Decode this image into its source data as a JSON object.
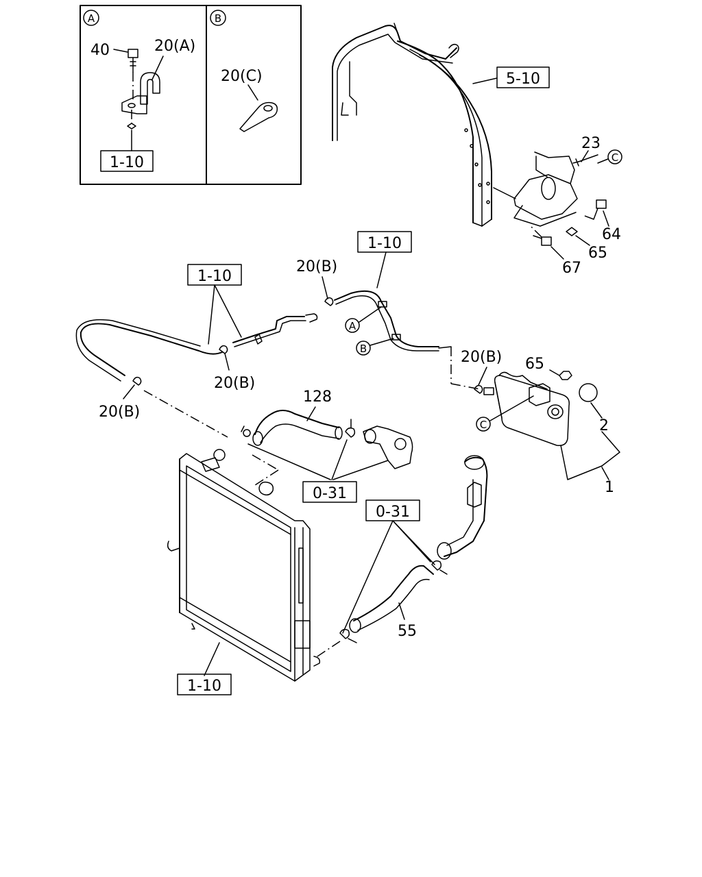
{
  "insets": {
    "a": {
      "marker": "A",
      "parts": {
        "bolt": "40",
        "clip": "20(A)",
        "ref": "1-10"
      }
    },
    "b": {
      "marker": "B",
      "parts": {
        "clip": "20(C)"
      }
    }
  },
  "refs": {
    "cab_frame": "5-10",
    "hose_upper": "1-10",
    "hose_left": "1-10",
    "radiator": "1-10",
    "radiator_hose": "0-31",
    "lower_hose": "0-31"
  },
  "parts": {
    "bracket_bolt": "23",
    "bolt_64": "64",
    "nut_65_bracket": "65",
    "bolt_67": "67",
    "clip_20b_top": "20(B)",
    "clip_20b_mid": "20(B)",
    "clip_20b_left": "20(B)",
    "clip_20b_right": "20(B)",
    "upper_hose": "128",
    "nut_65_tank": "65",
    "cap": "2",
    "tank": "1",
    "lower_hose": "55"
  },
  "markers": {
    "a": "A",
    "b": "B",
    "c_bracket": "C",
    "c_tank": "C"
  }
}
